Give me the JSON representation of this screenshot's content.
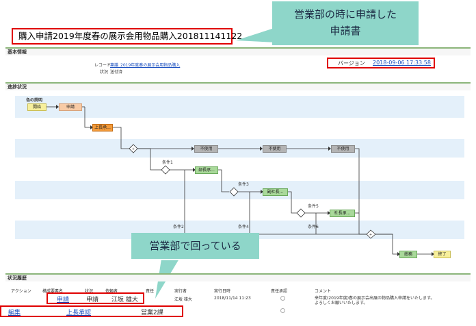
{
  "page_title": "購入申請2019年度春の展示会用物品購入201811141122",
  "callout_top": {
    "line1": "営業部の時に申請した",
    "line2": "申請書"
  },
  "basic_info": {
    "section_label": "基本情報",
    "record_label": "レコード",
    "record_value": "稟議_2019年度春の展示会用物品購入",
    "status_label": "状況",
    "status_value": "送付済",
    "version_label": "バージョン",
    "version_value": "2018-09-06 17:33:58"
  },
  "progress": {
    "section_label": "進捗状況",
    "legend_title": "色の説明",
    "nodes": {
      "start": "開始",
      "apply": "申請",
      "boss": "上長承...",
      "unused1": "不使用",
      "unused2": "不使用",
      "unused3": "不使用",
      "dept_head": "部長承...",
      "vp": "副社長...",
      "president": "社長承...",
      "general": "総務",
      "end": "終了"
    },
    "conditions": {
      "c1": "条件1",
      "c2": "条件2",
      "c3": "条件3",
      "c4": "条件4",
      "c5": "条件5",
      "c6": "条件6"
    }
  },
  "callout_bottom": "営業部で回っている",
  "history": {
    "section_label": "状況履歴",
    "columns": [
      "アクション",
      "構成要素名",
      "状況",
      "依頼者",
      "責任",
      "実行者",
      "実行日時",
      "責任承認",
      "コメント"
    ],
    "row1": {
      "element": "申請",
      "status": "申請",
      "requester": "江坂 雄大",
      "executor": "江坂 雄大",
      "datetime": "2018/11/14 11:23",
      "comment1": "来年度(2019年度)春の展示会出展の物品購入申請をいたします。",
      "comment2": "よろしくお願いいたします。"
    },
    "row2": {
      "action": "編集",
      "element": "上長承認",
      "requester": "営業2課"
    }
  },
  "colors": {
    "accent_red": "#e00000",
    "callout": "#8ed6c9",
    "band": "#e4f0fa",
    "section_line": "#8bb57a"
  }
}
